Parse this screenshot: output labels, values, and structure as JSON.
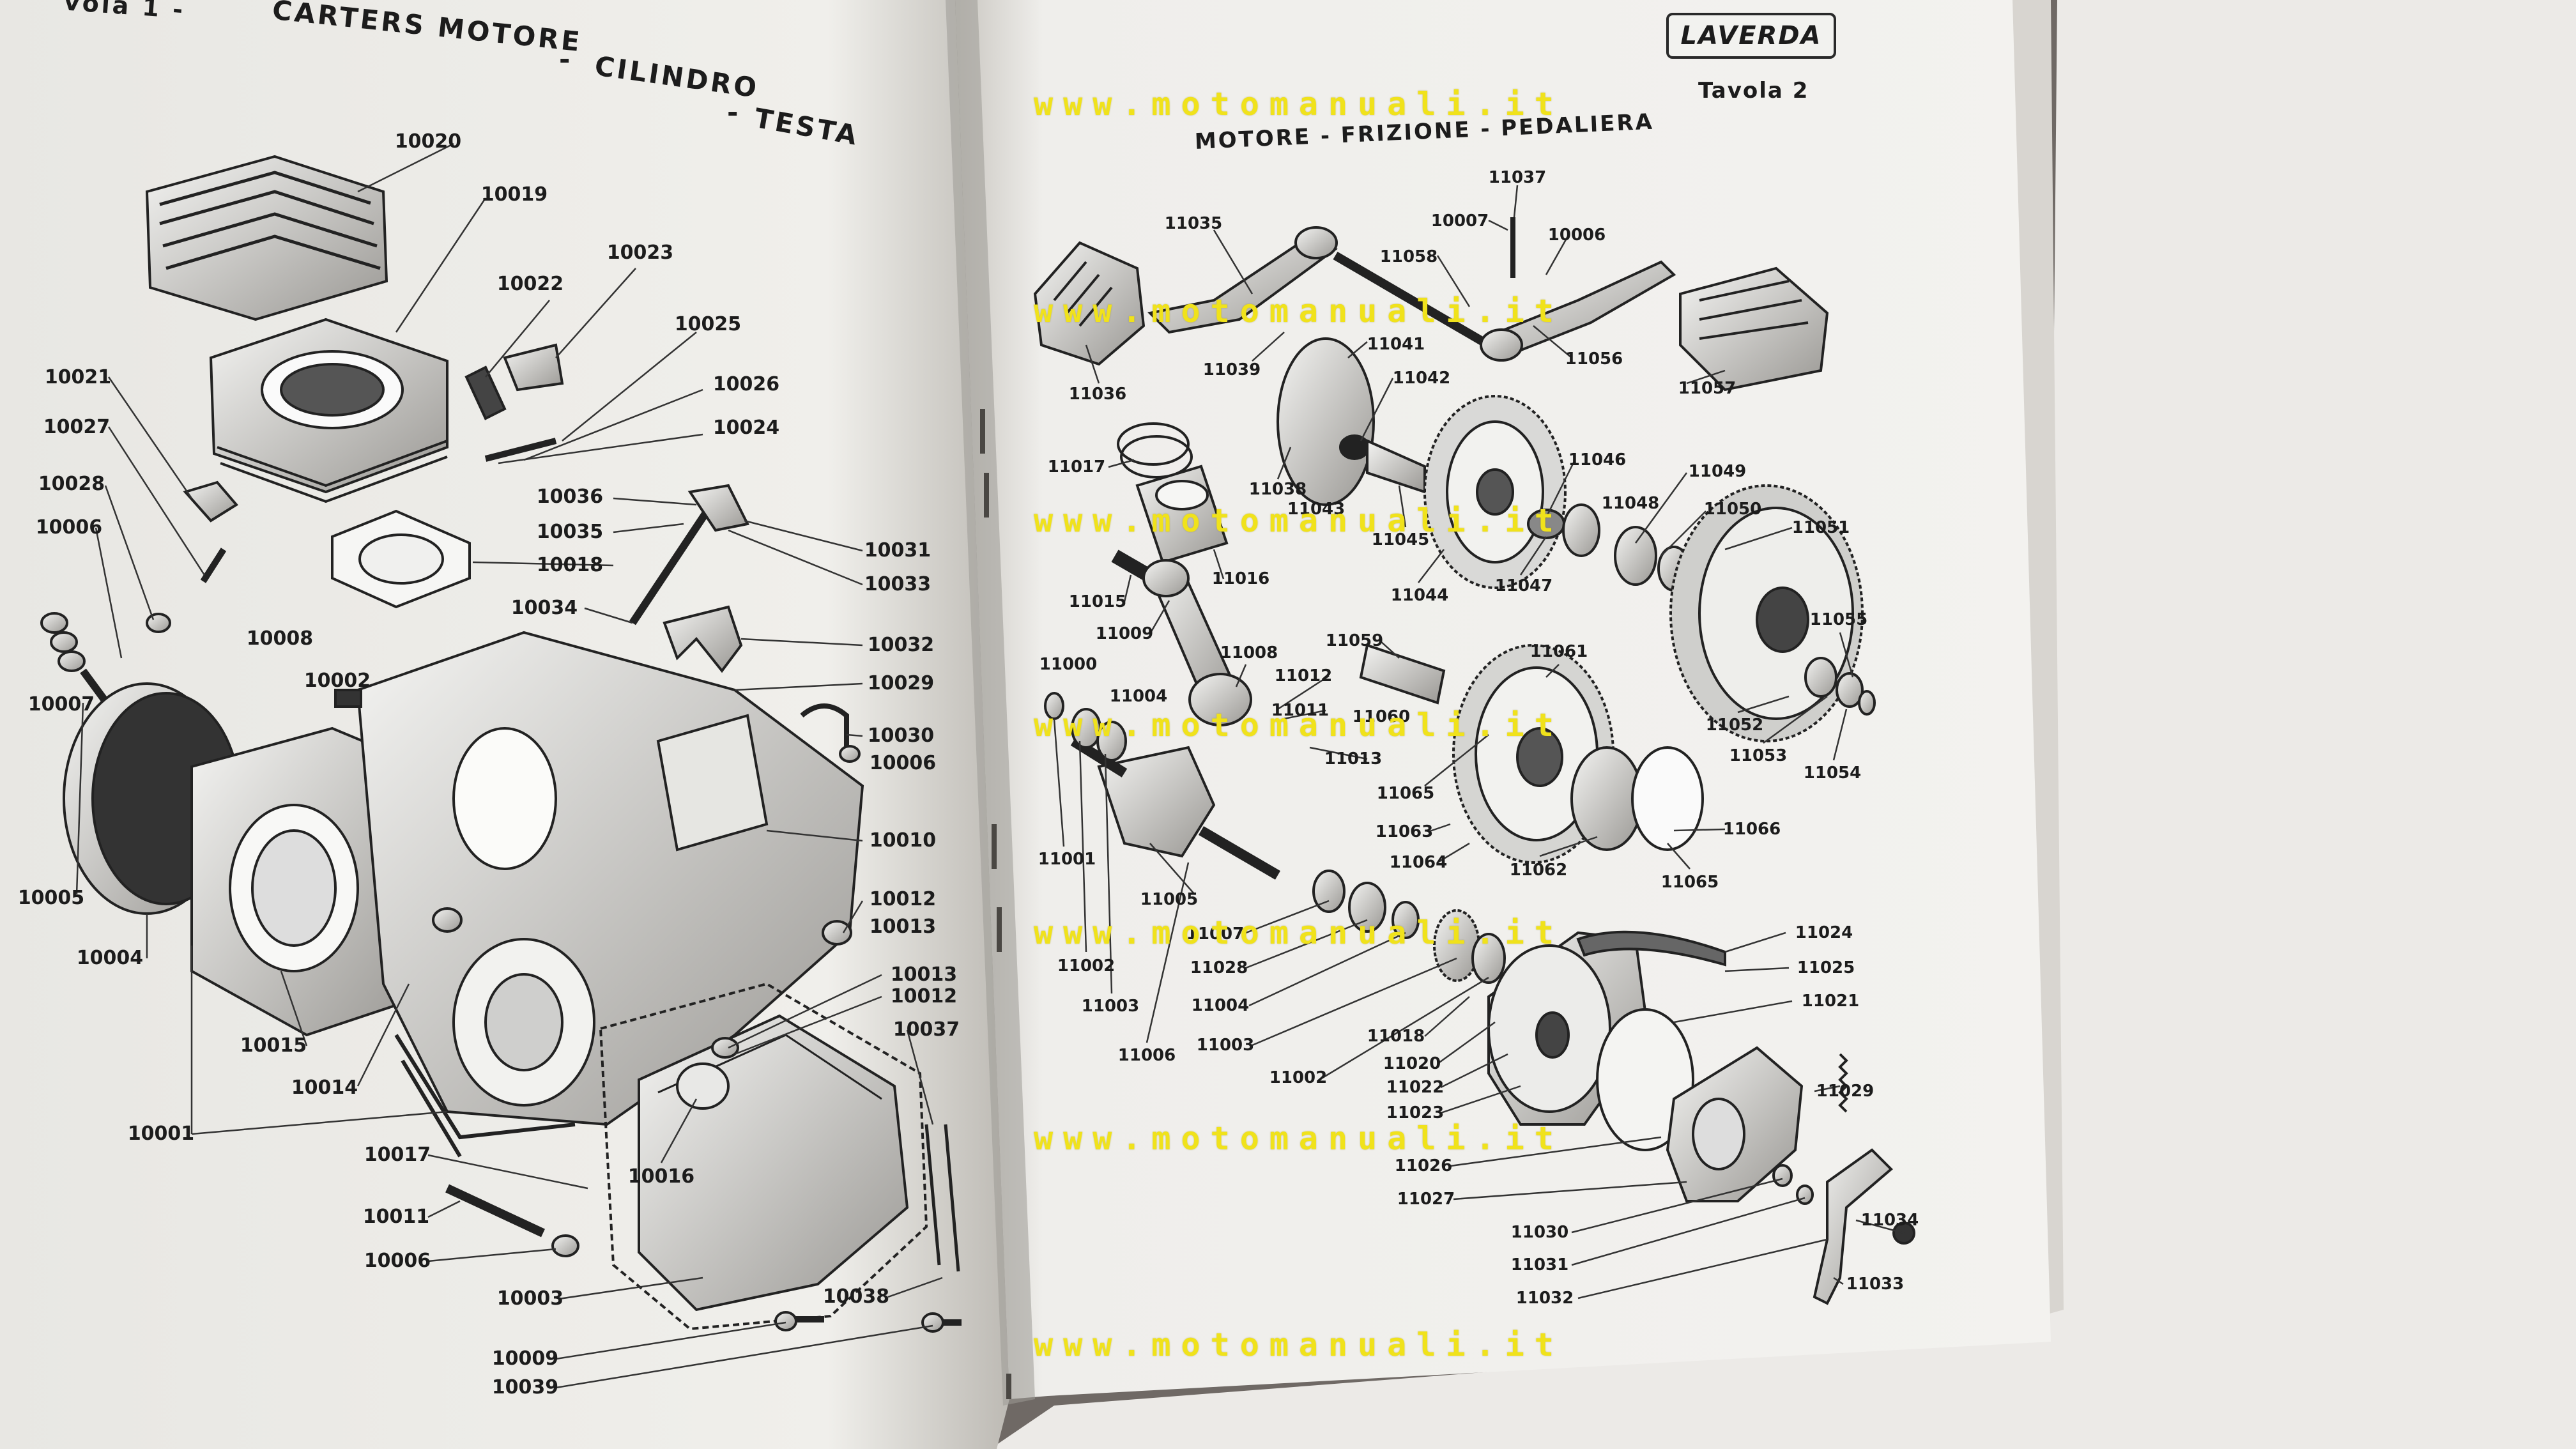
{
  "left_page": {
    "title_parts": [
      "vola 1 -",
      "CARTERS MOTORE",
      "-",
      "CILINDRO",
      "-",
      "TESTA"
    ],
    "labels": [
      [
        "10020",
        670,
        222
      ],
      [
        "10019",
        805,
        305
      ],
      [
        "10023",
        1002,
        396
      ],
      [
        "10022",
        830,
        445
      ],
      [
        "10025",
        1108,
        508
      ],
      [
        "10026",
        1168,
        602
      ],
      [
        "10024",
        1168,
        670
      ],
      [
        "10021",
        122,
        591
      ],
      [
        "10027",
        120,
        669
      ],
      [
        "10028",
        112,
        758
      ],
      [
        "10006",
        108,
        826
      ],
      [
        "10036",
        892,
        778
      ],
      [
        "10035",
        892,
        833
      ],
      [
        "10018",
        892,
        885
      ],
      [
        "10031",
        1405,
        862
      ],
      [
        "10033",
        1405,
        915
      ],
      [
        "10034",
        852,
        952
      ],
      [
        "10032",
        1410,
        1010
      ],
      [
        "10029",
        1410,
        1070
      ],
      [
        "10008",
        438,
        1000
      ],
      [
        "10002",
        528,
        1066
      ],
      [
        "10007",
        96,
        1103
      ],
      [
        "10030",
        1410,
        1152
      ],
      [
        "10006",
        1413,
        1195
      ],
      [
        "10010",
        1413,
        1316
      ],
      [
        "10012",
        1413,
        1408
      ],
      [
        "10013",
        1413,
        1451
      ],
      [
        "10013",
        1446,
        1526
      ],
      [
        "10012",
        1446,
        1560
      ],
      [
        "10037",
        1450,
        1612
      ],
      [
        "10005",
        80,
        1406
      ],
      [
        "10004",
        172,
        1500
      ],
      [
        "10015",
        428,
        1637
      ],
      [
        "10014",
        508,
        1703
      ],
      [
        "10001",
        252,
        1775
      ],
      [
        "10017",
        622,
        1808
      ],
      [
        "10016",
        1035,
        1842
      ],
      [
        "10011",
        620,
        1905
      ],
      [
        "10006",
        622,
        1974
      ],
      [
        "10003",
        830,
        2033
      ],
      [
        "10038",
        1340,
        2030
      ],
      [
        "10009",
        822,
        2127
      ],
      [
        "10039",
        822,
        2172
      ]
    ]
  },
  "right_page": {
    "logo": "LAVERDA",
    "table_label": "Tavola 2",
    "subtitle": "MOTORE - FRIZIONE - PEDALIERA",
    "labels": [
      [
        "11037",
        2375,
        278
      ],
      [
        "10007",
        2285,
        346
      ],
      [
        "10006",
        2468,
        368
      ],
      [
        "11035",
        1868,
        350
      ],
      [
        "11058",
        2205,
        402
      ],
      [
        "11036",
        1718,
        617
      ],
      [
        "11039",
        1928,
        579
      ],
      [
        "11041",
        2185,
        539
      ],
      [
        "11042",
        2225,
        592
      ],
      [
        "11056",
        2495,
        562
      ],
      [
        "11057",
        2672,
        608
      ],
      [
        "11017",
        1685,
        731
      ],
      [
        "11038",
        2000,
        766
      ],
      [
        "11043",
        2060,
        797
      ],
      [
        "11046",
        2500,
        720
      ],
      [
        "11049",
        2688,
        738
      ],
      [
        "11048",
        2552,
        788
      ],
      [
        "11050",
        2712,
        797
      ],
      [
        "11051",
        2850,
        826
      ],
      [
        "11045",
        2192,
        845
      ],
      [
        "11016",
        1942,
        906
      ],
      [
        "11044",
        2222,
        932
      ],
      [
        "11047",
        2385,
        917
      ],
      [
        "11015",
        1718,
        942
      ],
      [
        "11009",
        1760,
        992
      ],
      [
        "11008",
        1955,
        1022
      ],
      [
        "11059",
        2120,
        1003
      ],
      [
        "11061",
        2440,
        1020
      ],
      [
        "11055",
        2878,
        970
      ],
      [
        "11012",
        2040,
        1058
      ],
      [
        "11000",
        1672,
        1040
      ],
      [
        "11004",
        1782,
        1090
      ],
      [
        "11011",
        2035,
        1112
      ],
      [
        "11060",
        2162,
        1122
      ],
      [
        "11013",
        2118,
        1188
      ],
      [
        "11052",
        2715,
        1135
      ],
      [
        "11053",
        2752,
        1183
      ],
      [
        "11054",
        2868,
        1210
      ],
      [
        "11065",
        2200,
        1242
      ],
      [
        "11063",
        2198,
        1302
      ],
      [
        "11066",
        2742,
        1298
      ],
      [
        "11064",
        2220,
        1350
      ],
      [
        "11062",
        2408,
        1362
      ],
      [
        "11001",
        1670,
        1345
      ],
      [
        "11005",
        1830,
        1408
      ],
      [
        "11065",
        2645,
        1381
      ],
      [
        "11007",
        1902,
        1462
      ],
      [
        "11024",
        2855,
        1460
      ],
      [
        "11002",
        1700,
        1512
      ],
      [
        "11028",
        1908,
        1515
      ],
      [
        "11025",
        2858,
        1515
      ],
      [
        "11021",
        2865,
        1567
      ],
      [
        "11003",
        1738,
        1575
      ],
      [
        "11004",
        1910,
        1574
      ],
      [
        "11018",
        2185,
        1622
      ],
      [
        "11003",
        1918,
        1636
      ],
      [
        "11006",
        1795,
        1652
      ],
      [
        "11020",
        2210,
        1665
      ],
      [
        "11002",
        2032,
        1687
      ],
      [
        "11022",
        2215,
        1702
      ],
      [
        "11029",
        2888,
        1708
      ],
      [
        "11023",
        2215,
        1742
      ],
      [
        "11026",
        2228,
        1825
      ],
      [
        "11027",
        2232,
        1877
      ],
      [
        "11034",
        2958,
        1910
      ],
      [
        "11030",
        2410,
        1929
      ],
      [
        "11031",
        2410,
        1980
      ],
      [
        "11033",
        2935,
        2010
      ],
      [
        "11032",
        2418,
        2032
      ]
    ]
  },
  "watermark": "www.motomanuali.it"
}
